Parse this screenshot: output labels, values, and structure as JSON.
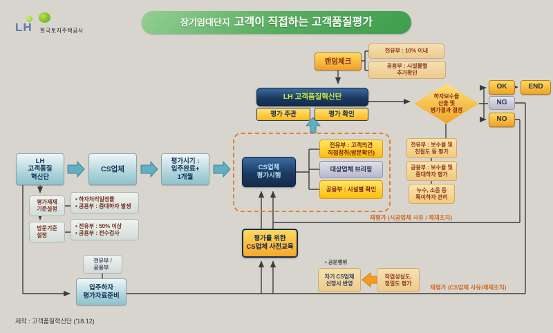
{
  "header": {
    "logo_text": "LH",
    "logo_sub": "한국토지주택공사",
    "title_prefix": "장기임대단지",
    "title_main": "고객이 직접하는 고객품질평가"
  },
  "top": {
    "random_check": "랜덤체크",
    "random_notes": [
      "전유부 : 10% 이내",
      "공용부 : 시설물별\n추가확인"
    ],
    "innovation_team": "LH 고객품질혁신단",
    "eval_host": "평가 주관",
    "eval_confirm": "평가 확인",
    "decision_diamond": "하자보수율\n산출 및\n평가결과 결정",
    "ok": "OK",
    "end": "END",
    "ng": "NG",
    "no": "NO",
    "decision_notes": [
      "전유부 : 보수율 및\n친절도 등 평가",
      "공용부 : 보수율 및\n중대하자 평가",
      "누수, 소음 등\n특이하자 관리"
    ]
  },
  "left_flow": {
    "innovation": "LH\n고객품질\n혁신단",
    "cs_company": "CS업체",
    "timing": "평가시기 :\n입주완료+\n1개월",
    "sanction": "평가제재\n기준설정",
    "sanction_note": "• 하자처리일정률\n• 공용부 : 중대하자 발생",
    "visit": "방문기준\n설정",
    "visit_note": "• 전유부 : 50% 이상\n• 공용부 : 전수검사"
  },
  "center": {
    "evaluation": "CS업체\n평가시행",
    "items": [
      "전유부 : 고객의견\n직접청취(방문확인)",
      "대상업체 브리핑",
      "공용부 : 시설별 확인"
    ],
    "reeval_constructor": "재평가 (시공업체 사유 / 제재조치)",
    "pre_education": "평가를 위한\nCS업체 사전교육"
  },
  "bottom": {
    "part_note": "전유부 /\n공용부",
    "move_in": "입주하자\n평가자료준비",
    "next_note": "• 공문행위",
    "next_selection": "차기 CS업체\n선정시 반영",
    "work_eval": "작업성실도,\n정밀도 평가",
    "reeval_cs": "재평가 (CS업체 사유/제재조치)",
    "footer": "제작 : 고객품질혁신단 ('18.12)"
  },
  "colors": {
    "background": "#d8d5cf",
    "banner_green": "#4aa455",
    "navy_box": "#1c3a60",
    "navy_text_yellowgreen": "#cfe83e",
    "navy_text_cyan": "#ace0ef",
    "orange_box": "#f0a028",
    "yellow_box": "#ffc62e",
    "gray_box": "#c2c2d4",
    "teal_box": "#a6d0d8",
    "tan_note": "#f3d79f",
    "dashed_border_orange": "#e08030",
    "reeval_text_orange": "#d06a20"
  }
}
